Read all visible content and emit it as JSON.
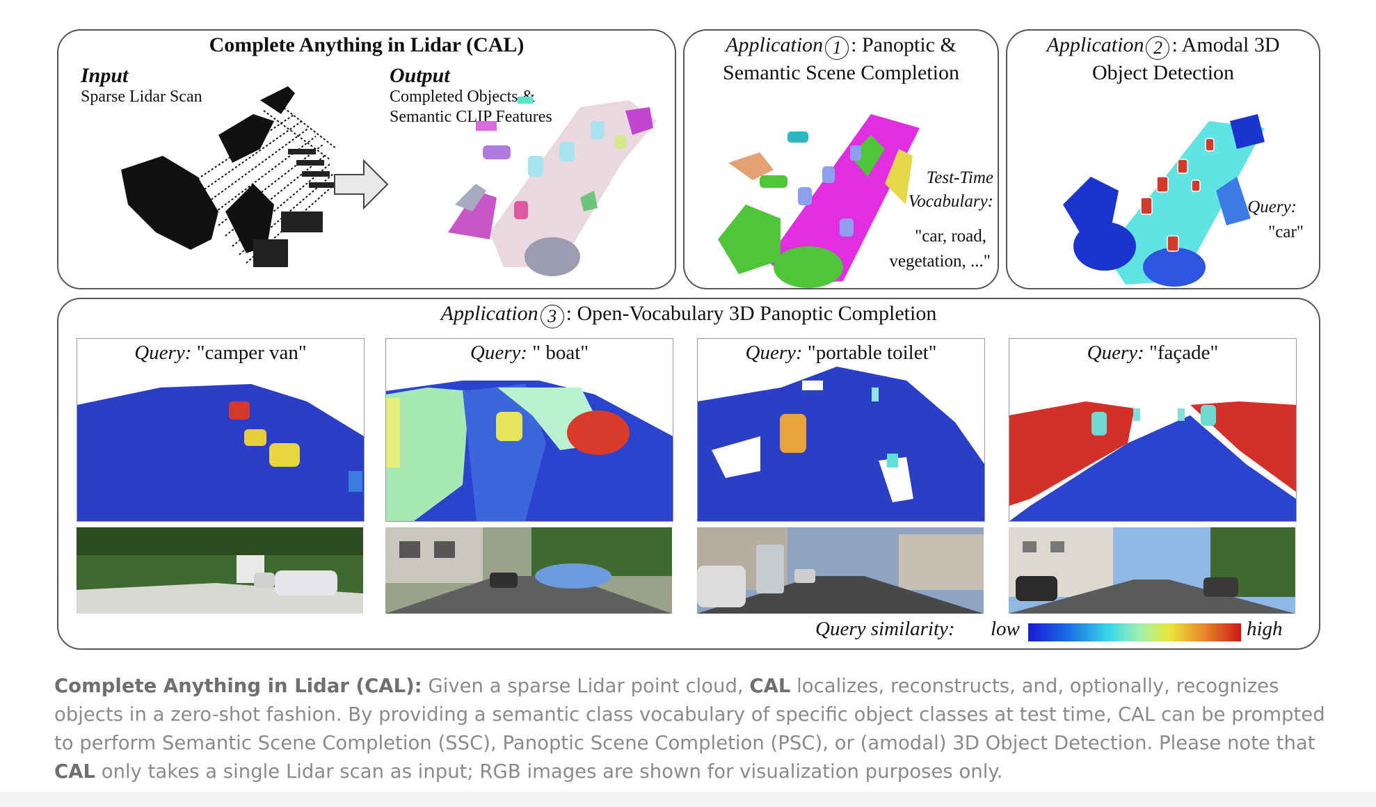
{
  "cal": {
    "title": "Complete Anything in Lidar (CAL)",
    "input_heading": "Input",
    "input_desc": "Sparse Lidar Scan",
    "output_heading": "Output",
    "output_desc_1": "Completed Objects &",
    "output_desc_2": "Semantic CLIP Features"
  },
  "app1": {
    "prefix": "Application",
    "number": "1",
    "title_1": ": Panoptic &",
    "title_2": "Semantic Scene Completion",
    "vocab_heading_1": "Test-Time",
    "vocab_heading_2": "Vocabulary:",
    "vocab_list_1": "\"car, road,",
    "vocab_list_2": "vegetation, ...\""
  },
  "app2": {
    "prefix": "Application",
    "number": "2",
    "title_1": ": Amodal 3D",
    "title_2": "Object Detection",
    "query_heading": "Query:",
    "query_value": "\"car\""
  },
  "app3": {
    "prefix": "Application",
    "number": "3",
    "title": ":  Open-Vocabulary 3D Panoptic Completion",
    "query_prefix": "Query:",
    "queries": [
      "\"camper van\"",
      "\" boat\"",
      "\"portable toilet\"",
      "\"façade\""
    ],
    "similarity_label": "Query similarity:",
    "low_label": "low",
    "high_label": "high"
  },
  "caption": {
    "bold_1": "Complete Anything in Lidar (CAL):",
    "text_1": " Given a sparse Lidar point cloud, ",
    "bold_2": "CAL",
    "text_2": " localizes, reconstructs, and, optionally, recognizes objects in a zero-shot fashion. By providing a semantic class vocabulary of specific object classes at test time, CAL can be prompted to perform Semantic Scene Completion (SSC), Panoptic Scene Completion (PSC), or (amodal) 3D Object Detection. Please note that ",
    "bold_3": "CAL",
    "text_3": " only takes a single Lidar scan as input; RGB images are shown for visualization purposes only."
  },
  "colors": {
    "panel_border": "#555555",
    "magenta": "#e22ee0",
    "green": "#4fc53a",
    "cyan": "#5fe3e3",
    "dark_blue": "#2e3fc9",
    "red": "#d33a2a",
    "caption_text": "#8a8a8a"
  }
}
